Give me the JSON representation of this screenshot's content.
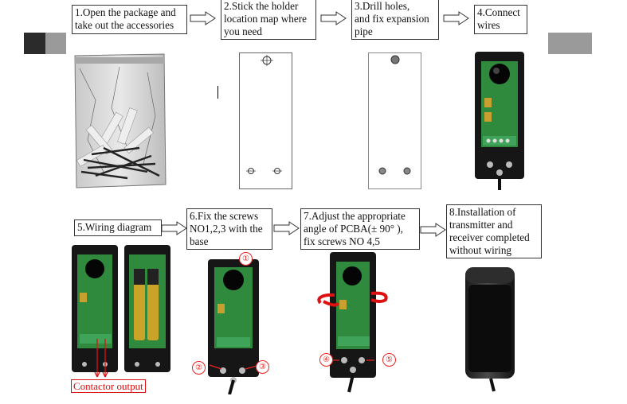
{
  "steps": [
    {
      "label": "1.Open the package and\ntake out the accessories"
    },
    {
      "label": "2.Stick the holder\nlocation map where\nyou need"
    },
    {
      "label": "3.Drill holes,\nand fix expansion\npipe"
    },
    {
      "label": "4.Connect\nwires"
    },
    {
      "label": "5.Wiring diagram"
    },
    {
      "label": "6.Fix the screws\nNO1,2,3 with the\nbase"
    },
    {
      "label": "7.Adjust the appropriate\nangle of PCBA(± 90° ),\nfix screws NO 4,5"
    },
    {
      "label": "8.Installation of\ntransmitter and\nreceiver completed\nwithout wiring"
    }
  ],
  "annotations": {
    "contactor_output": "Contactor output",
    "n1": "①",
    "n2": "②",
    "n3": "③",
    "n4": "④",
    "n5": "⑤"
  },
  "colors": {
    "device_black": "#161616",
    "pcb_green": "#2f8a3e",
    "terminal_green": "#3fa35a",
    "accent_red": "#dd1111",
    "deco_dark": "#2b2b2b",
    "deco_gray": "#9a9a9a"
  }
}
